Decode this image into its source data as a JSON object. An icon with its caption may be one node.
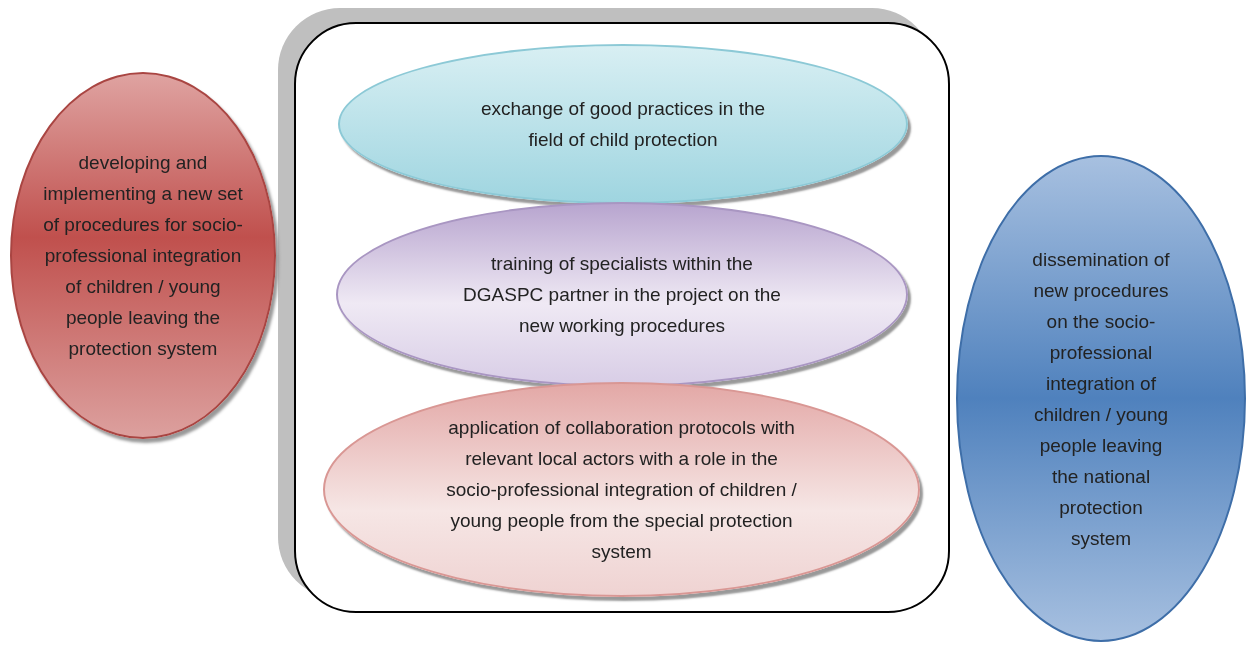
{
  "diagram": {
    "nodes": [
      {
        "text": [],
        "shape": "box"
      },
      {
        "text": [
          "developing and implementing a new set of procedures for socio-professional integration of children / young people leaving the protection system"
        ]
      },
      {
        "text": [
          "exchange of good practices in the field of child protection"
        ],
        "in": 0
      },
      {
        "text": [
          "training of specialists within the DGASPC partner in the project on the new working procedures"
        ],
        "in": 0
      },
      {
        "text": [
          "application of collaboration protocols with relevant local actors with a role in the socio-professional integration of children / young people from the special protection system"
        ],
        "in": 0
      },
      {
        "text": [
          "dissemination of new procedures on the socio-professional integration of children / young people leaving the national protection system"
        ]
      }
    ],
    "edges": []
  }
}
